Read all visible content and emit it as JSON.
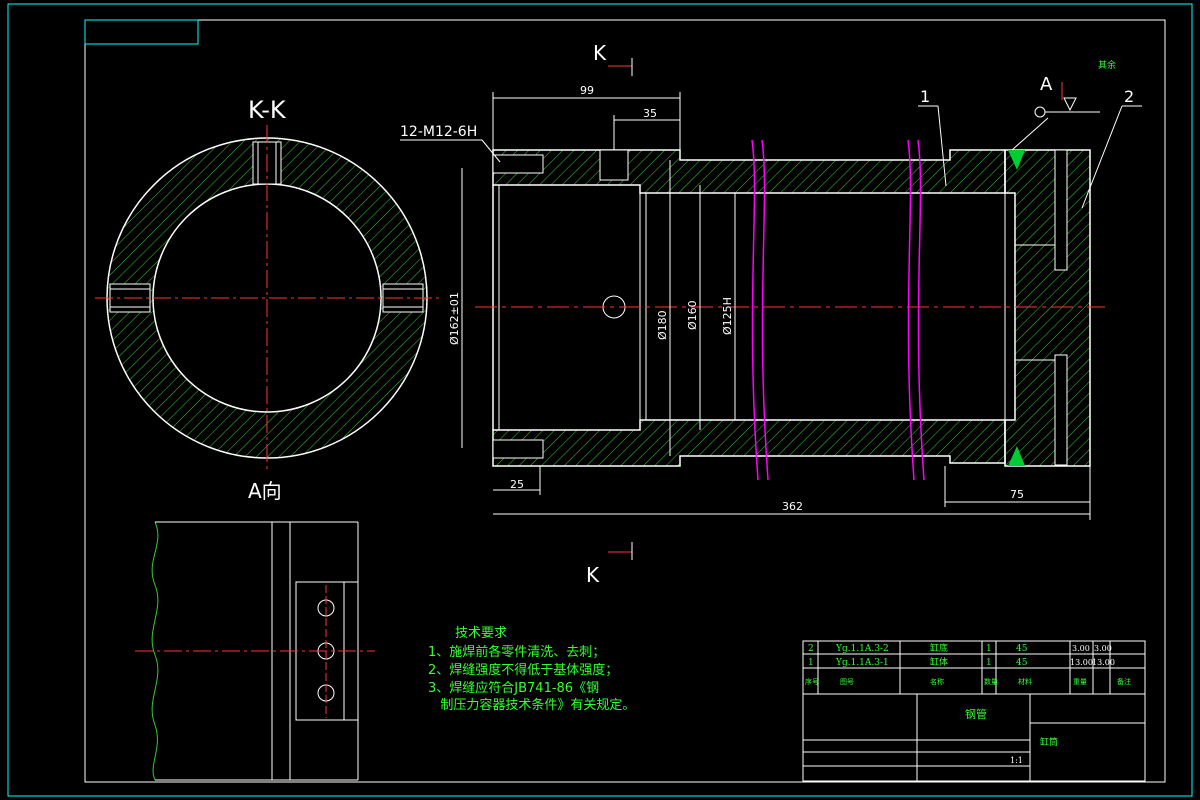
{
  "colors": {
    "background": "#000000",
    "border": "#00ffff",
    "outline": "#ffffff",
    "hatch": "#33cc33",
    "centerline": "#ff3333",
    "dimension": "#ffffff",
    "note_text": "#33ff33",
    "weld": "#00cc33",
    "section_line": "#ff00ff"
  },
  "section": {
    "title": "K-K",
    "view_label": "A向",
    "cut_marker": "K",
    "arrow_marker": "A"
  },
  "dimensions": {
    "d99": "99",
    "d35": "35",
    "d25": "25",
    "d75": "75",
    "d362": "362",
    "thread": "12-M12-6H",
    "dia162": "Ø162±01",
    "dia180": "Ø180",
    "dia160": "Ø160",
    "dia125": "Ø125H"
  },
  "callouts": {
    "part1": "1",
    "part2": "2",
    "roughness_note": "其余"
  },
  "tech_notes": {
    "heading": "技术要求",
    "items": [
      "1、施焊前各零件清洗、去刺；",
      "2、焊缝强度不得低于基体强度；",
      "3、焊缝应符合JB741-86《钢",
      "   制压力容器技术条件》有关规定。"
    ]
  },
  "title_block": {
    "rows": [
      {
        "no": "2",
        "code": "Yg.1.1A.3-2",
        "name": "缸底",
        "qty": "1",
        "material": "45",
        "w1": "3.00",
        "w2": "3.00"
      },
      {
        "no": "1",
        "code": "Yg.1.1A.3-1",
        "name": "缸体",
        "qty": "1",
        "material": "45",
        "w1": "13.00",
        "w2": "13.00"
      }
    ],
    "header": {
      "no": "序号",
      "code": "图号",
      "name": "名称",
      "qty": "数量",
      "material": "材料",
      "weight": "重量",
      "remark": "备注"
    },
    "drawing_name": "钢管",
    "scale": "1:1",
    "company": "缸筒"
  }
}
